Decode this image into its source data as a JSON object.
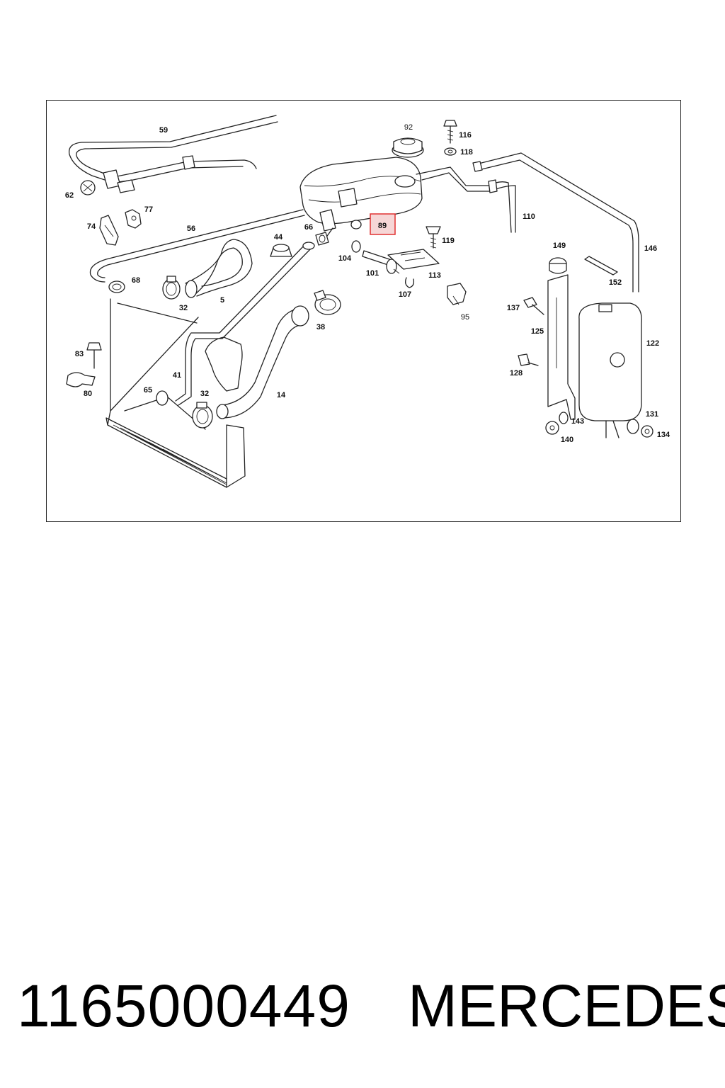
{
  "diagram": {
    "highlight_color": "#e03030",
    "highlight_fill": "#f6d6d6",
    "highlighted_part": "89",
    "labels": [
      "59",
      "62",
      "74",
      "77",
      "56",
      "68",
      "32",
      "5",
      "44",
      "66",
      "92",
      "116",
      "118",
      "104",
      "101",
      "107",
      "113",
      "119",
      "110",
      "146",
      "149",
      "152",
      "137",
      "125",
      "95",
      "122",
      "83",
      "80",
      "65",
      "41",
      "32",
      "14",
      "38",
      "128",
      "131",
      "134",
      "143",
      "140"
    ]
  },
  "footer": {
    "part_number": "1165000449",
    "brand": "MERCEDES"
  }
}
